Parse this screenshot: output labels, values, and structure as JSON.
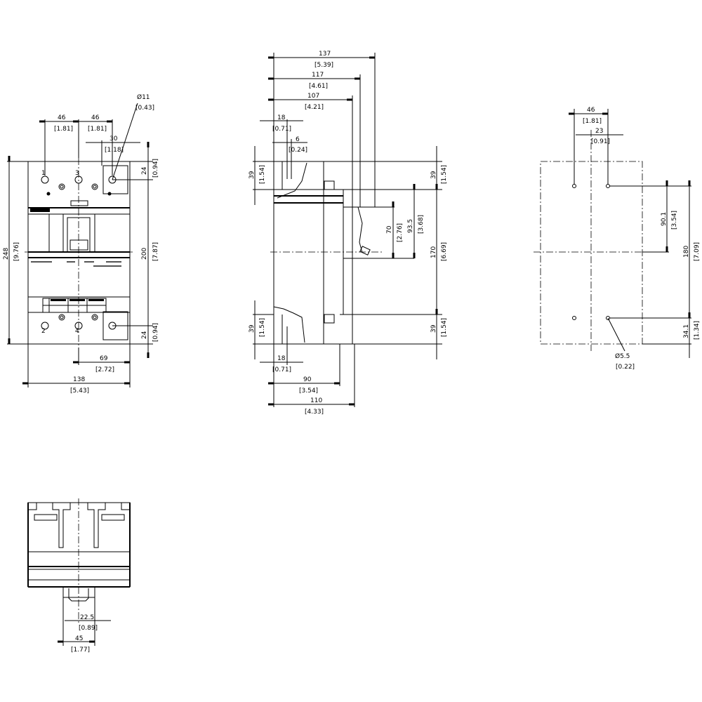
{
  "front_view": {
    "pole_labels": [
      "1",
      "3",
      "2",
      "4"
    ],
    "dims": {
      "pitch_1": {
        "mm": "46",
        "in": "[1.81]"
      },
      "pitch_2": {
        "mm": "46",
        "in": "[1.81]"
      },
      "terminal_width": {
        "mm": "30",
        "in": "[1.18]"
      },
      "hole_dia": {
        "mm": "Ø11",
        "in": "[0.43]"
      },
      "top_terminal_height": {
        "mm": "24",
        "in": "[0.94]"
      },
      "overall_height": {
        "mm": "248",
        "in": "[9.76]"
      },
      "body_height": {
        "mm": "200",
        "in": "[7.87]"
      },
      "bottom_terminal_height": {
        "mm": "24",
        "in": "[0.94]"
      },
      "half_width": {
        "mm": "69",
        "in": "[2.72]"
      },
      "overall_width": {
        "mm": "138",
        "in": "[5.43]"
      }
    }
  },
  "side_view": {
    "dims": {
      "depth_overall": {
        "mm": "137",
        "in": "[5.39]"
      },
      "depth_handle": {
        "mm": "117",
        "in": "[4.61]"
      },
      "depth_cover": {
        "mm": "107",
        "in": "[4.21]"
      },
      "top_offset_18": {
        "mm": "18",
        "in": "[0.71]"
      },
      "top_offset_6": {
        "mm": "6",
        "in": "[0.24]"
      },
      "top_term_left": {
        "mm": "39",
        "in": "[1.54]"
      },
      "top_term_right": {
        "mm": "39",
        "in": "[1.54]"
      },
      "handle_70": {
        "mm": "70",
        "in": "[2.76]"
      },
      "handle_93_5": {
        "mm": "93.5",
        "in": "[3.68]"
      },
      "body_170": {
        "mm": "170",
        "in": "[6.69]"
      },
      "bot_term_left": {
        "mm": "39",
        "in": "[1.54]"
      },
      "bot_term_right": {
        "mm": "39",
        "in": "[1.54]"
      },
      "bottom_offset_18": {
        "mm": "18",
        "in": "[0.71]"
      },
      "depth_90": {
        "mm": "90",
        "in": "[3.54]"
      },
      "depth_110": {
        "mm": "110",
        "in": "[4.33]"
      }
    }
  },
  "drill_template": {
    "dims": {
      "hole_spacing": {
        "mm": "46",
        "in": "[1.81]"
      },
      "half_spacing": {
        "mm": "23",
        "in": "[0.91]"
      },
      "upper_to_center": {
        "mm": "90.1",
        "in": "[3.54]"
      },
      "hole_vertical": {
        "mm": "180",
        "in": "[7.09]"
      },
      "lower_to_edge": {
        "mm": "34.1",
        "in": "[1.34]"
      },
      "hole_dia": {
        "mm": "Ø5.5",
        "in": "[0.22]"
      }
    }
  },
  "bottom_view": {
    "dims": {
      "half_width": {
        "mm": "22.5",
        "in": "[0.89]"
      },
      "width": {
        "mm": "45",
        "in": "[1.77]"
      }
    }
  }
}
